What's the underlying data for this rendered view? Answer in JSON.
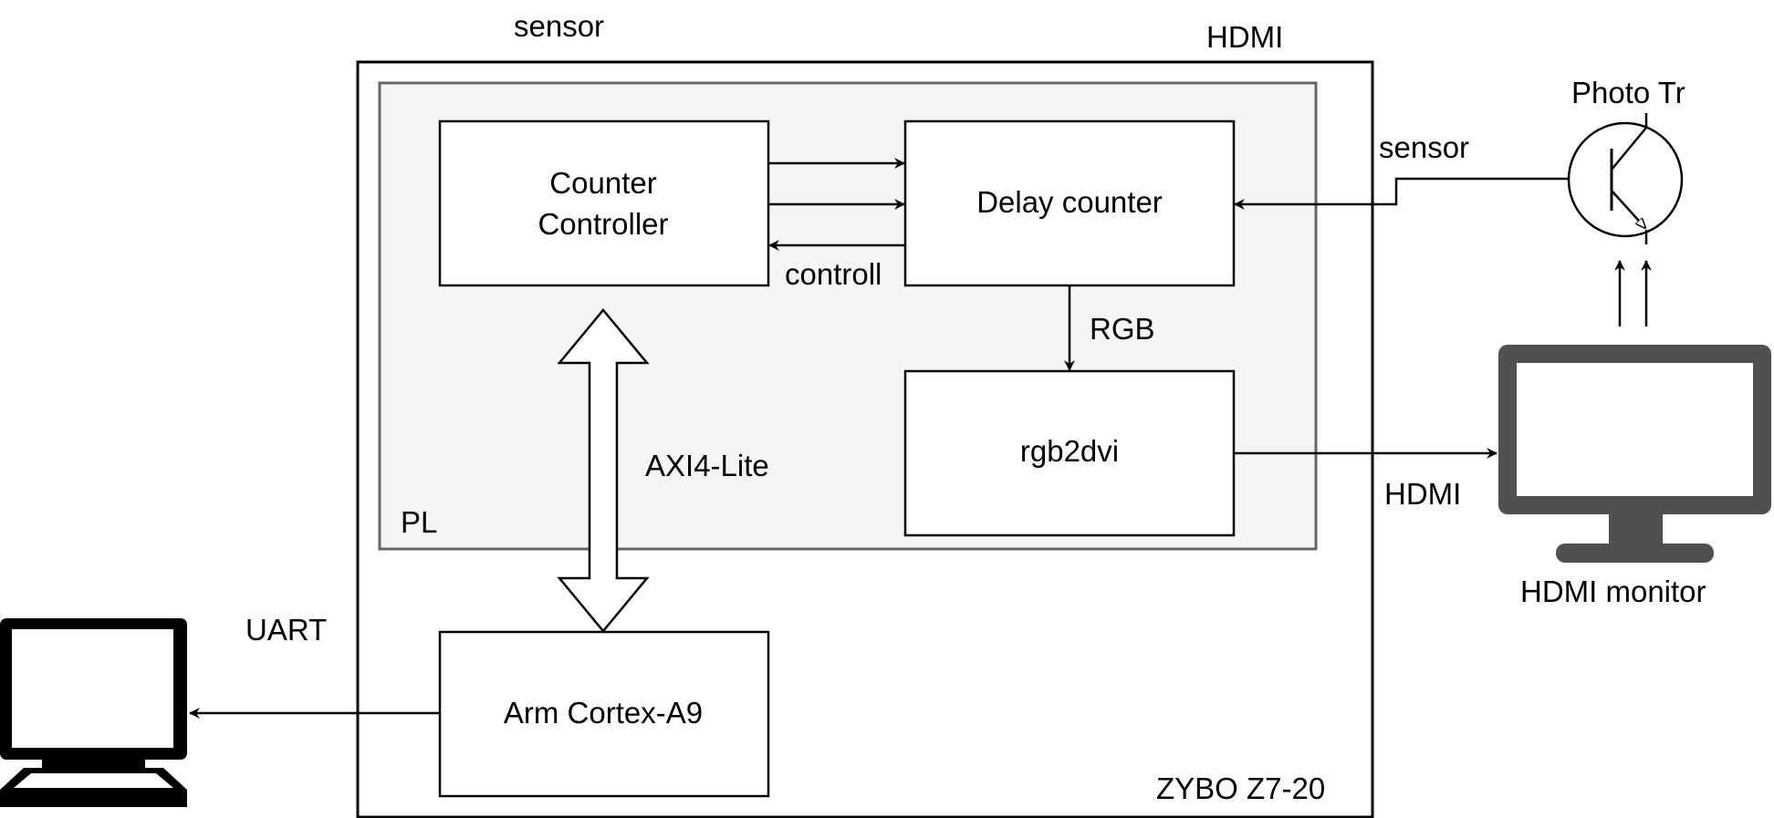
{
  "diagram": {
    "labels": {
      "sensor_top": "sensor",
      "hdmi_top": "HDMI",
      "photo_tr": "Photo Tr",
      "sensor_right": "sensor",
      "pl": "PL",
      "counter_controller_line1": "Counter",
      "counter_controller_line2": "Controller",
      "delay_counter": "Delay counter",
      "controll": "controll",
      "rgb": "RGB",
      "rgb2dvi": "rgb2dvi",
      "axi4_lite": "AXI4-Lite",
      "hdmi_link": "HDMI",
      "hdmi_monitor": "HDMI monitor",
      "uart": "UART",
      "arm_cortex": "Arm Cortex-A9",
      "zybo": "ZYBO Z7-20"
    },
    "colors": {
      "board_fill": "#ffffff",
      "pl_fill": "#f5f5f5",
      "pl_stroke": "#666666",
      "monitor_right": "#505050",
      "monitor_left": "#000000",
      "line": "#000000"
    },
    "icons": [
      "phototransistor-icon",
      "hdmi-monitor-icon",
      "pc-terminal-icon"
    ]
  }
}
